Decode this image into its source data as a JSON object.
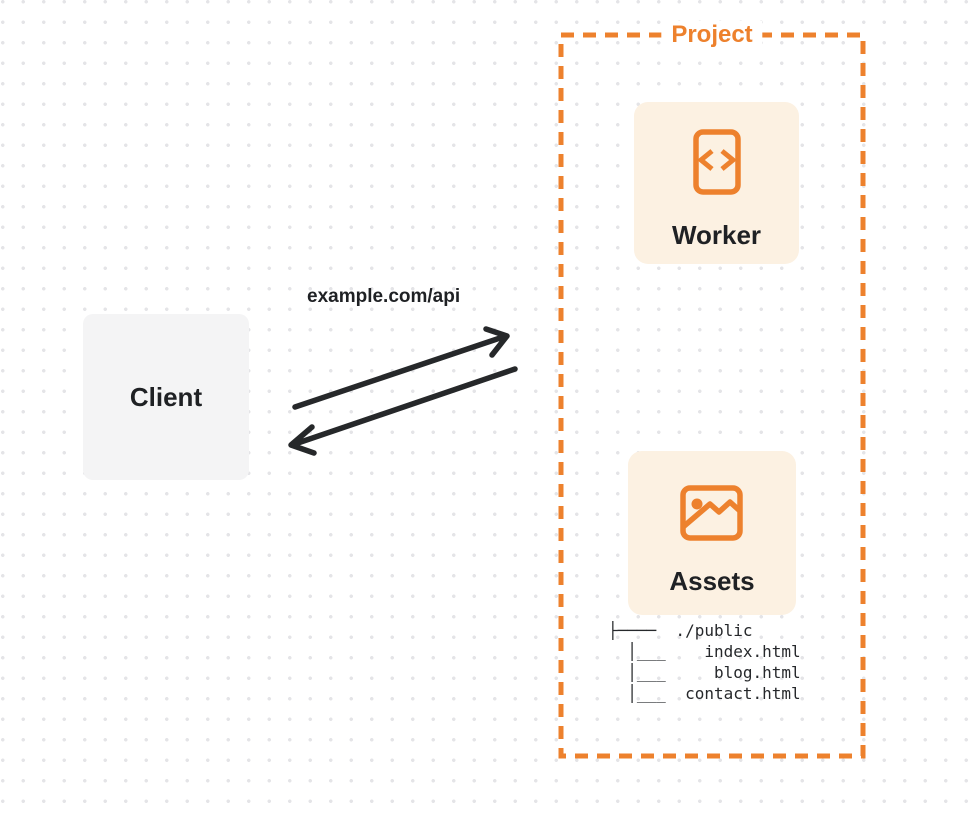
{
  "colors": {
    "accent": "#ED812D",
    "card_bg": "#FCF1E2",
    "client_bg": "#F4F4F5",
    "arrow": "#26282A",
    "text": "#1F2124"
  },
  "client": {
    "label": "Client"
  },
  "request": {
    "label": "example.com/api"
  },
  "project": {
    "label": "Project",
    "worker": {
      "label": "Worker",
      "icon": "code-file-icon"
    },
    "assets": {
      "label": "Assets",
      "icon": "image-icon"
    },
    "file_tree": {
      "lines": [
        "├────  ./public",
        "  │___    index.html",
        "  │___     blog.html",
        "  │___  contact.html"
      ]
    }
  }
}
